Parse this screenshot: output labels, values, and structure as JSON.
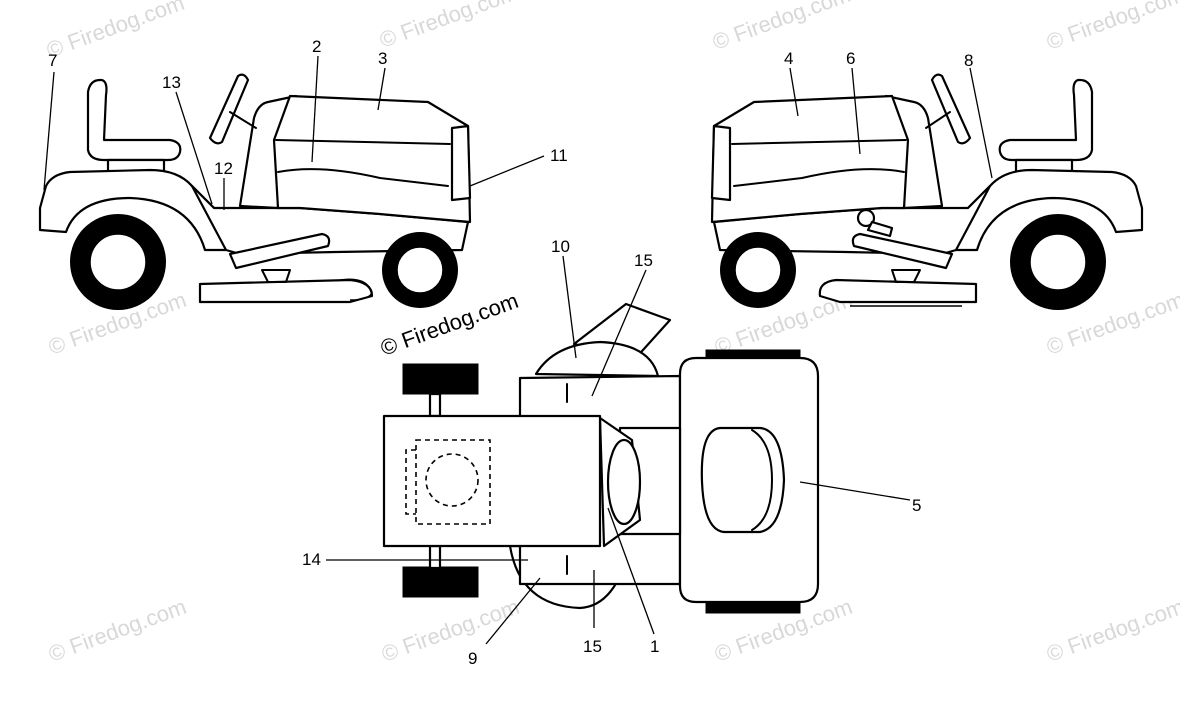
{
  "watermark": {
    "text": "© Firedog.com",
    "color_faint": "#d8d8d8",
    "color_dark": "#000000"
  },
  "callouts": [
    {
      "id": "c7",
      "label": "7"
    },
    {
      "id": "c13",
      "label": "13"
    },
    {
      "id": "c12",
      "label": "12"
    },
    {
      "id": "c2",
      "label": "2"
    },
    {
      "id": "c3",
      "label": "3"
    },
    {
      "id": "c11",
      "label": "11"
    },
    {
      "id": "c4",
      "label": "4"
    },
    {
      "id": "c6",
      "label": "6"
    },
    {
      "id": "c8",
      "label": "8"
    },
    {
      "id": "c10",
      "label": "10"
    },
    {
      "id": "c15a",
      "label": "15"
    },
    {
      "id": "c5",
      "label": "5"
    },
    {
      "id": "c14",
      "label": "14"
    },
    {
      "id": "c9",
      "label": "9"
    },
    {
      "id": "c15b",
      "label": "15"
    },
    {
      "id": "c1",
      "label": "1"
    }
  ],
  "colors": {
    "line": "#000000",
    "background": "#ffffff"
  }
}
